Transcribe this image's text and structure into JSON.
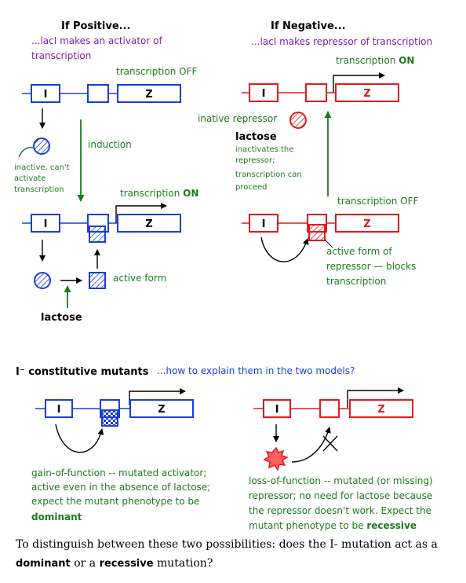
{
  "positive": {
    "header": "If Positive...",
    "subtitle_line1": "...lacI makes an activator of",
    "subtitle_line2": "transcription",
    "transcription_off": "transcription OFF",
    "induction": "induction",
    "inactive_line1": "inactive, can't",
    "inactive_line2": "activate",
    "inactive_line3": "transcription",
    "transcription_on_prefix": "transcription ",
    "transcription_on_word": "ON",
    "active_form": "active form",
    "lactose": "lactose",
    "gene_i": "I",
    "gene_z": "Z"
  },
  "negative": {
    "header": "If Negative...",
    "subtitle": "...lacI makes repressor of transcription",
    "transcription_on_prefix": "transcription ",
    "transcription_on_word": "ON",
    "inactive_repressor": "inative repressor",
    "lactose": "lactose",
    "lactose_note_line1": "inactivates the",
    "lactose_note_line2": "repressor;",
    "lactose_note_line3": "transcription can",
    "lactose_note_line4": "proceed",
    "transcription_off": "transcription OFF",
    "active_line1": "active form of",
    "active_line2": "repressor — blocks",
    "active_line3": "transcription",
    "gene_i": "I",
    "gene_z": "Z"
  },
  "mutants": {
    "title": "I⁻ constitutive mutants",
    "question": "...how to explain them in the two models?",
    "gain_line1": "gain-of-function -- mutated activator;",
    "gain_line2": "active even in the absence of lactose;",
    "gain_line3": "expect the mutant phenotype to be",
    "gain_word": "dominant",
    "loss_line1": "loss-of-function -- mutated (or missing)",
    "loss_line2": "repressor; no need for lactose because",
    "loss_line3": "the repressor doesn't work.  Expect the",
    "loss_line4_prefix": "mutant phenotype to be ",
    "loss_word": "recessive",
    "gene_i": "I",
    "gene_z": "Z"
  },
  "footer": {
    "line1": "To distinguish between these two possibilities:  does the I- mutation act as a",
    "dominant": "dominant",
    "or_a": " or a ",
    "recessive": "recessive",
    "mutation": " mutation?"
  },
  "colors": {
    "blue": "#1a3fd6",
    "red": "#e01b1b",
    "green": "#1c7a1c",
    "purple": "#7a22a8"
  }
}
